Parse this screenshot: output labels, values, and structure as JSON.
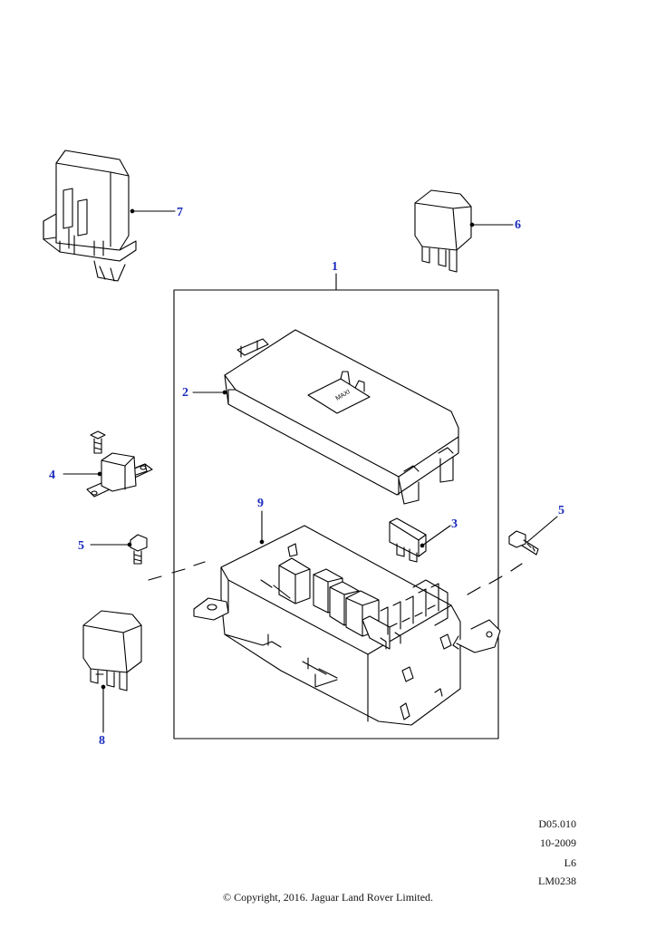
{
  "callouts": {
    "c1": "1",
    "c2": "2",
    "c3": "3",
    "c4": "4",
    "c5a": "5",
    "c5b": "5",
    "c6": "6",
    "c7": "7",
    "c8": "8",
    "c9": "9"
  },
  "box_label": "MAXI",
  "meta": {
    "diagram_code": "D05.010",
    "date": "10-2009",
    "variant": "L6",
    "ref": "LM0238"
  },
  "copyright": "© Copyright, 2016. Jaguar Land Rover Limited.",
  "colors": {
    "callout": "#1a2bbd",
    "line": "#000000"
  }
}
